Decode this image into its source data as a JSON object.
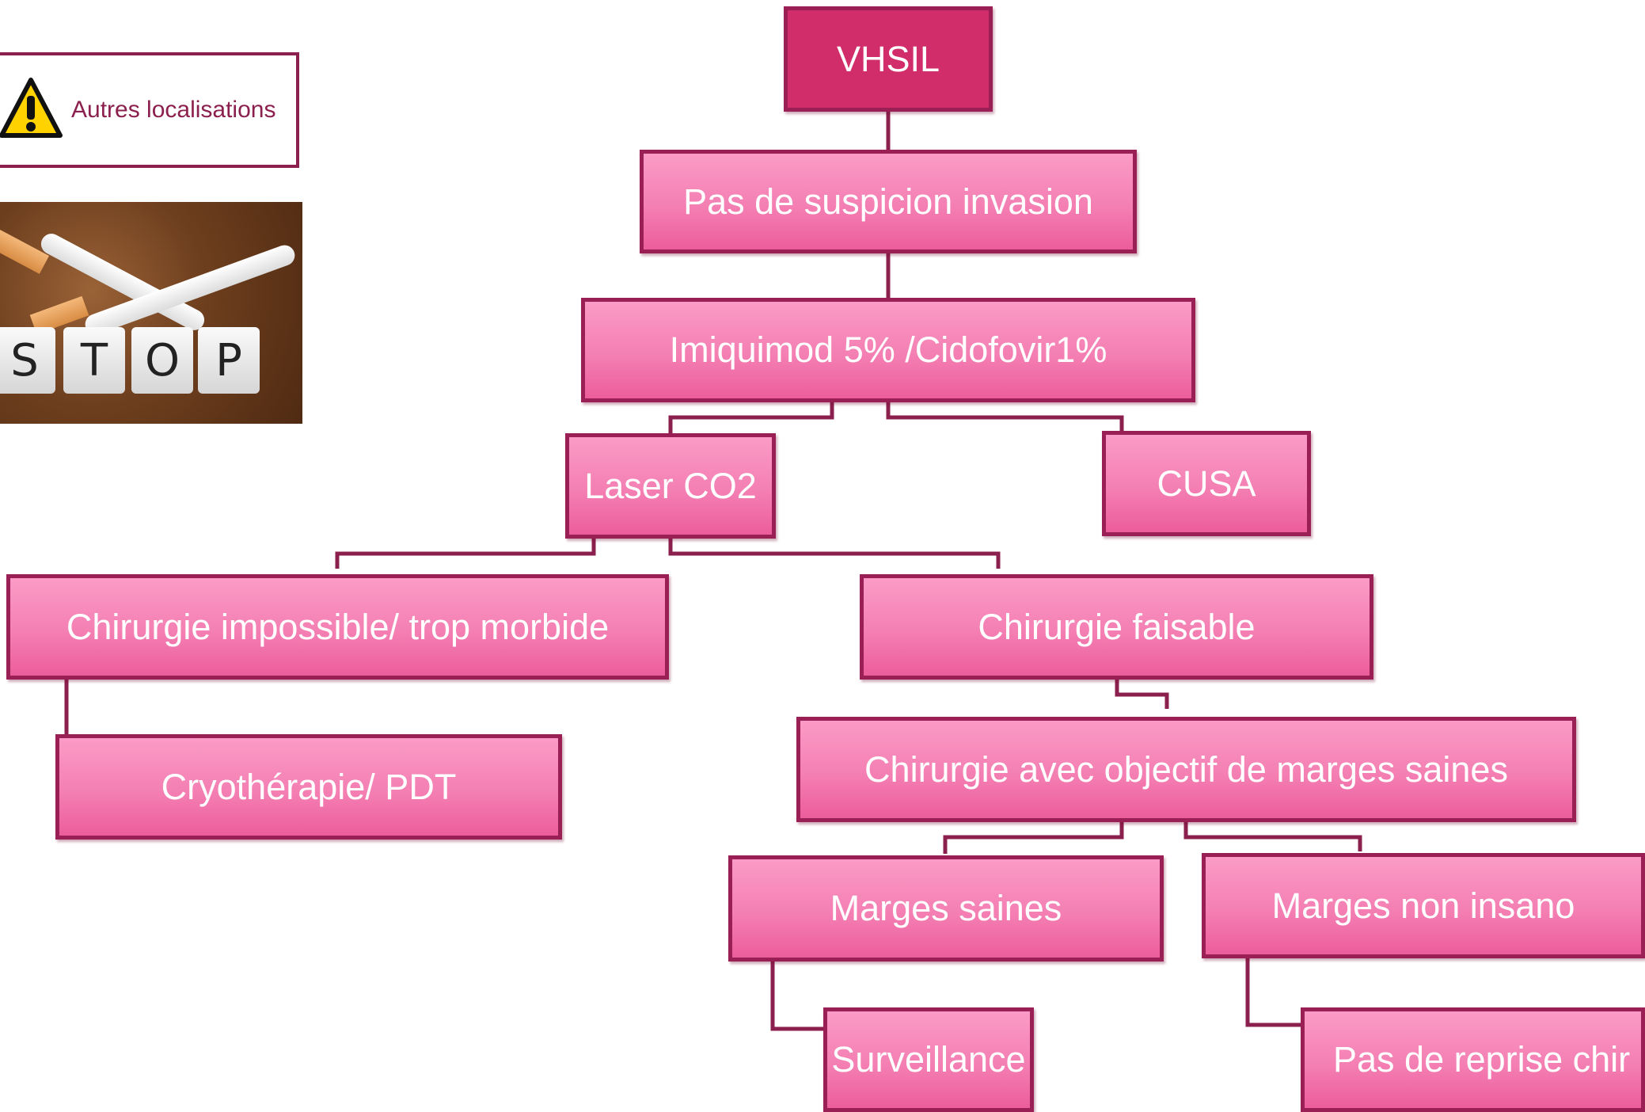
{
  "legend": {
    "warning_label": "Autres localisations",
    "warning_icon": "warning-triangle-icon",
    "photo": {
      "description_icon": "stop-smoking-photo",
      "letters": [
        "S",
        "T",
        "O",
        "P"
      ]
    }
  },
  "flowchart": {
    "vhsil": "VHSIL",
    "no_invasion": "Pas de suspicion invasion",
    "topical": "Imiquimod 5% /Cidofovir1%",
    "laser": "Laser CO2",
    "cusa": "CUSA",
    "surgery_impossible": "Chirurgie  impossible/ trop morbide",
    "surgery_feasible": "Chirurgie faisable",
    "cryo": "Cryothérapie/ PDT",
    "surgery_margins": "Chirurgie avec objectif de marges saines",
    "margins_clear": "Marges saines",
    "margins_not_clear": "Marges non insano",
    "surveillance": "Surveillance",
    "no_reoperation": "Pas de reprise chir s"
  },
  "colors": {
    "node_border": "#9a1f55",
    "node_fill": "#f47fb3",
    "top_node_fill": "#d22d6b",
    "connector": "#8b1f4d",
    "node_text": "#ffffff"
  }
}
